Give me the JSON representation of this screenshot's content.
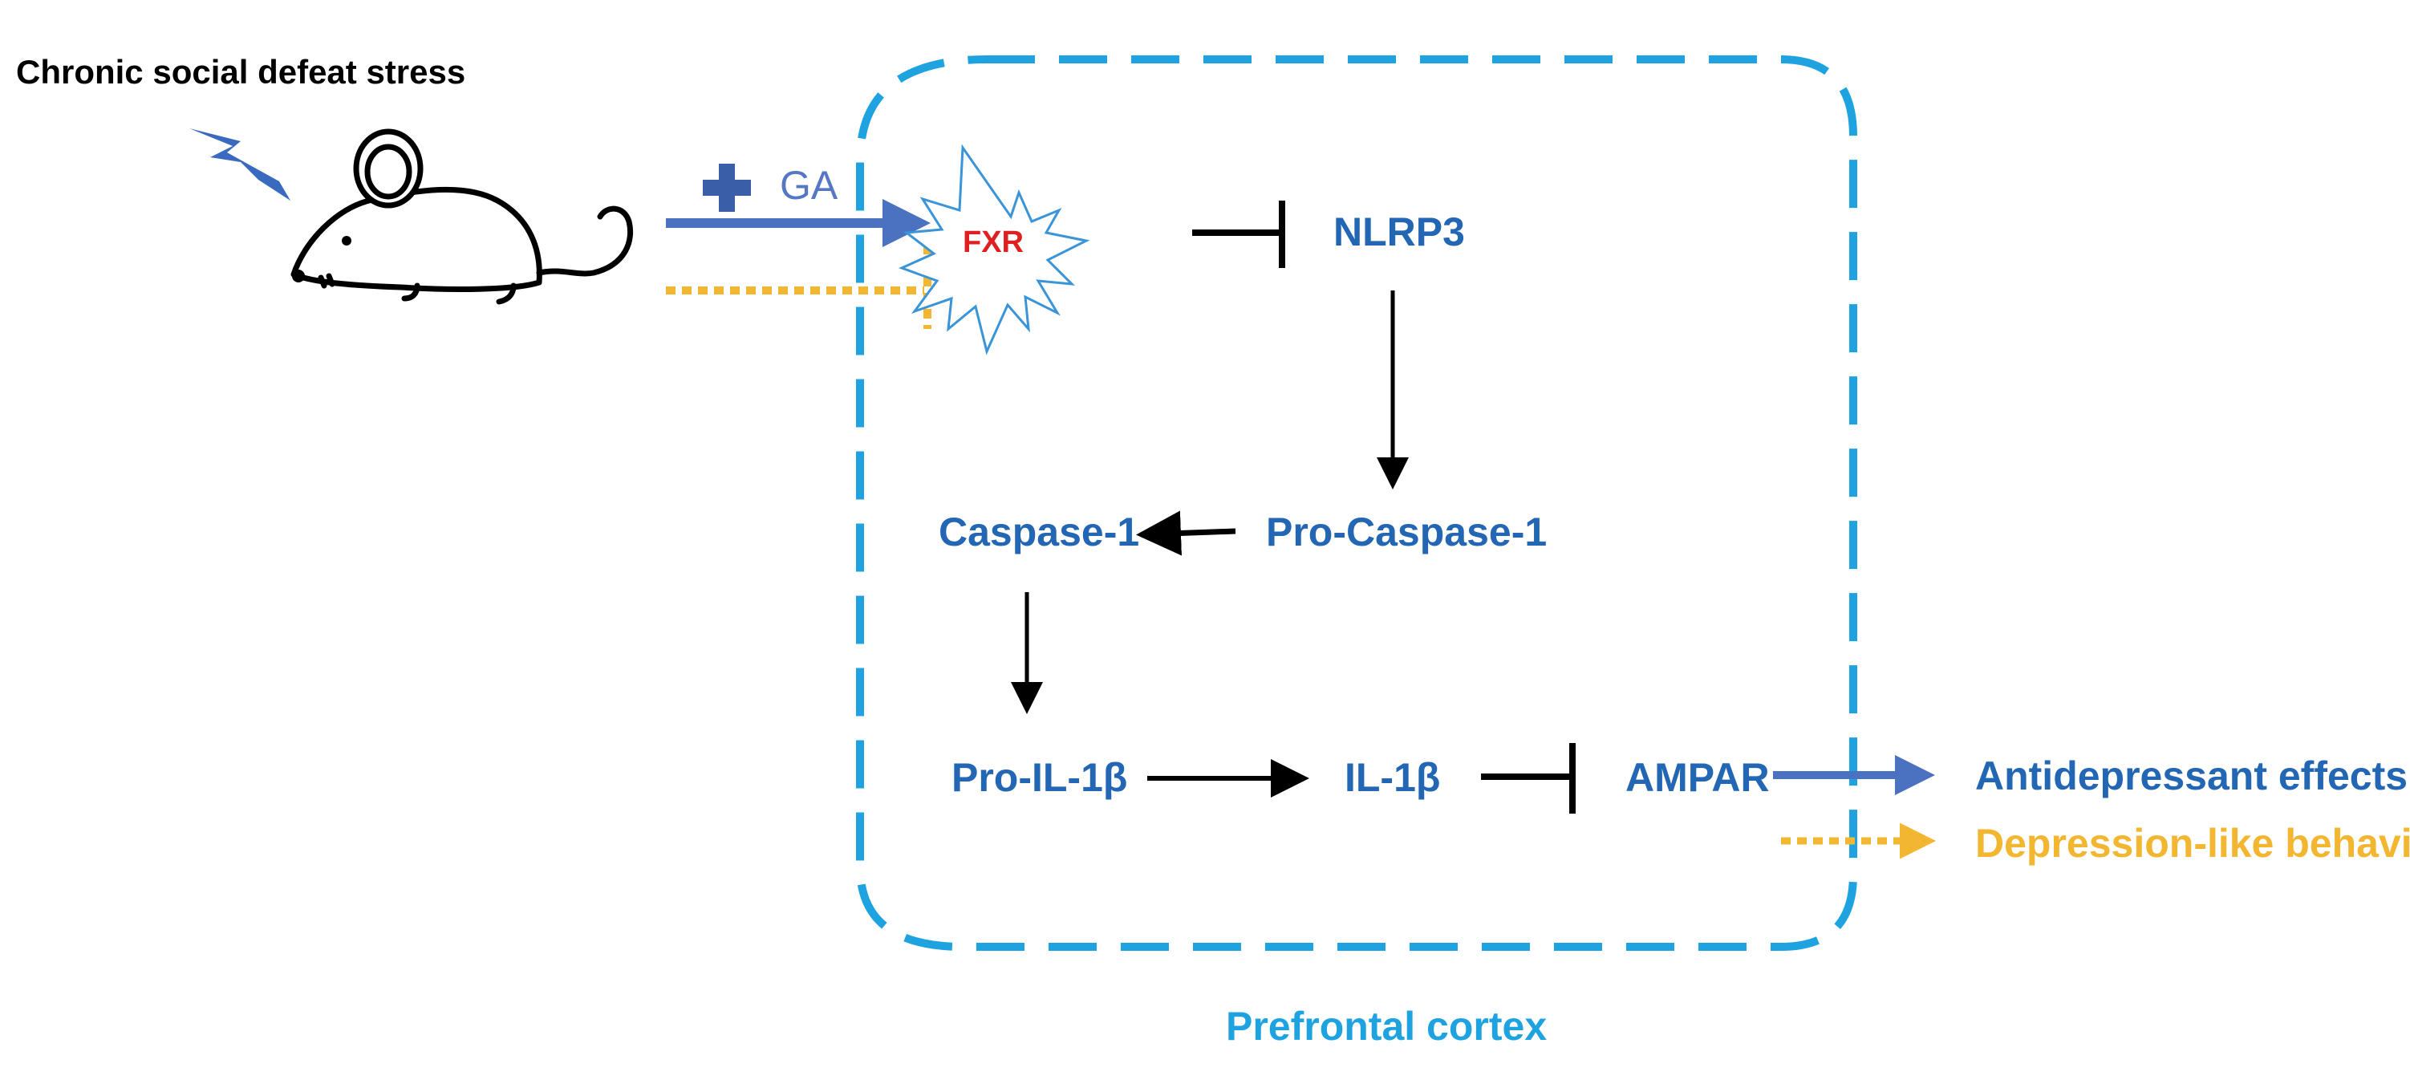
{
  "stimulus": "Chronic social defeat stress",
  "treatment": "GA",
  "region": "Prefrontal cortex",
  "nodes": {
    "fxr": "FXR",
    "nlrp3": "NLRP3",
    "pro_caspase": "Pro-Caspase-1",
    "caspase": "Caspase-1",
    "pro_il1b": "Pro-IL-1β",
    "il1b": "IL-1β",
    "ampar": "AMPAR"
  },
  "outcomes": {
    "antidepressant": "Antidepressant effects",
    "depression": "Depression-like behaviors"
  },
  "colors": {
    "blue_text": "#2266b4",
    "blue_arrow": "#4a72c0",
    "gold": "#f2b630",
    "cyan_border": "#1ea3e0",
    "red": "#e02020",
    "bolt": "#3a6ac0"
  }
}
